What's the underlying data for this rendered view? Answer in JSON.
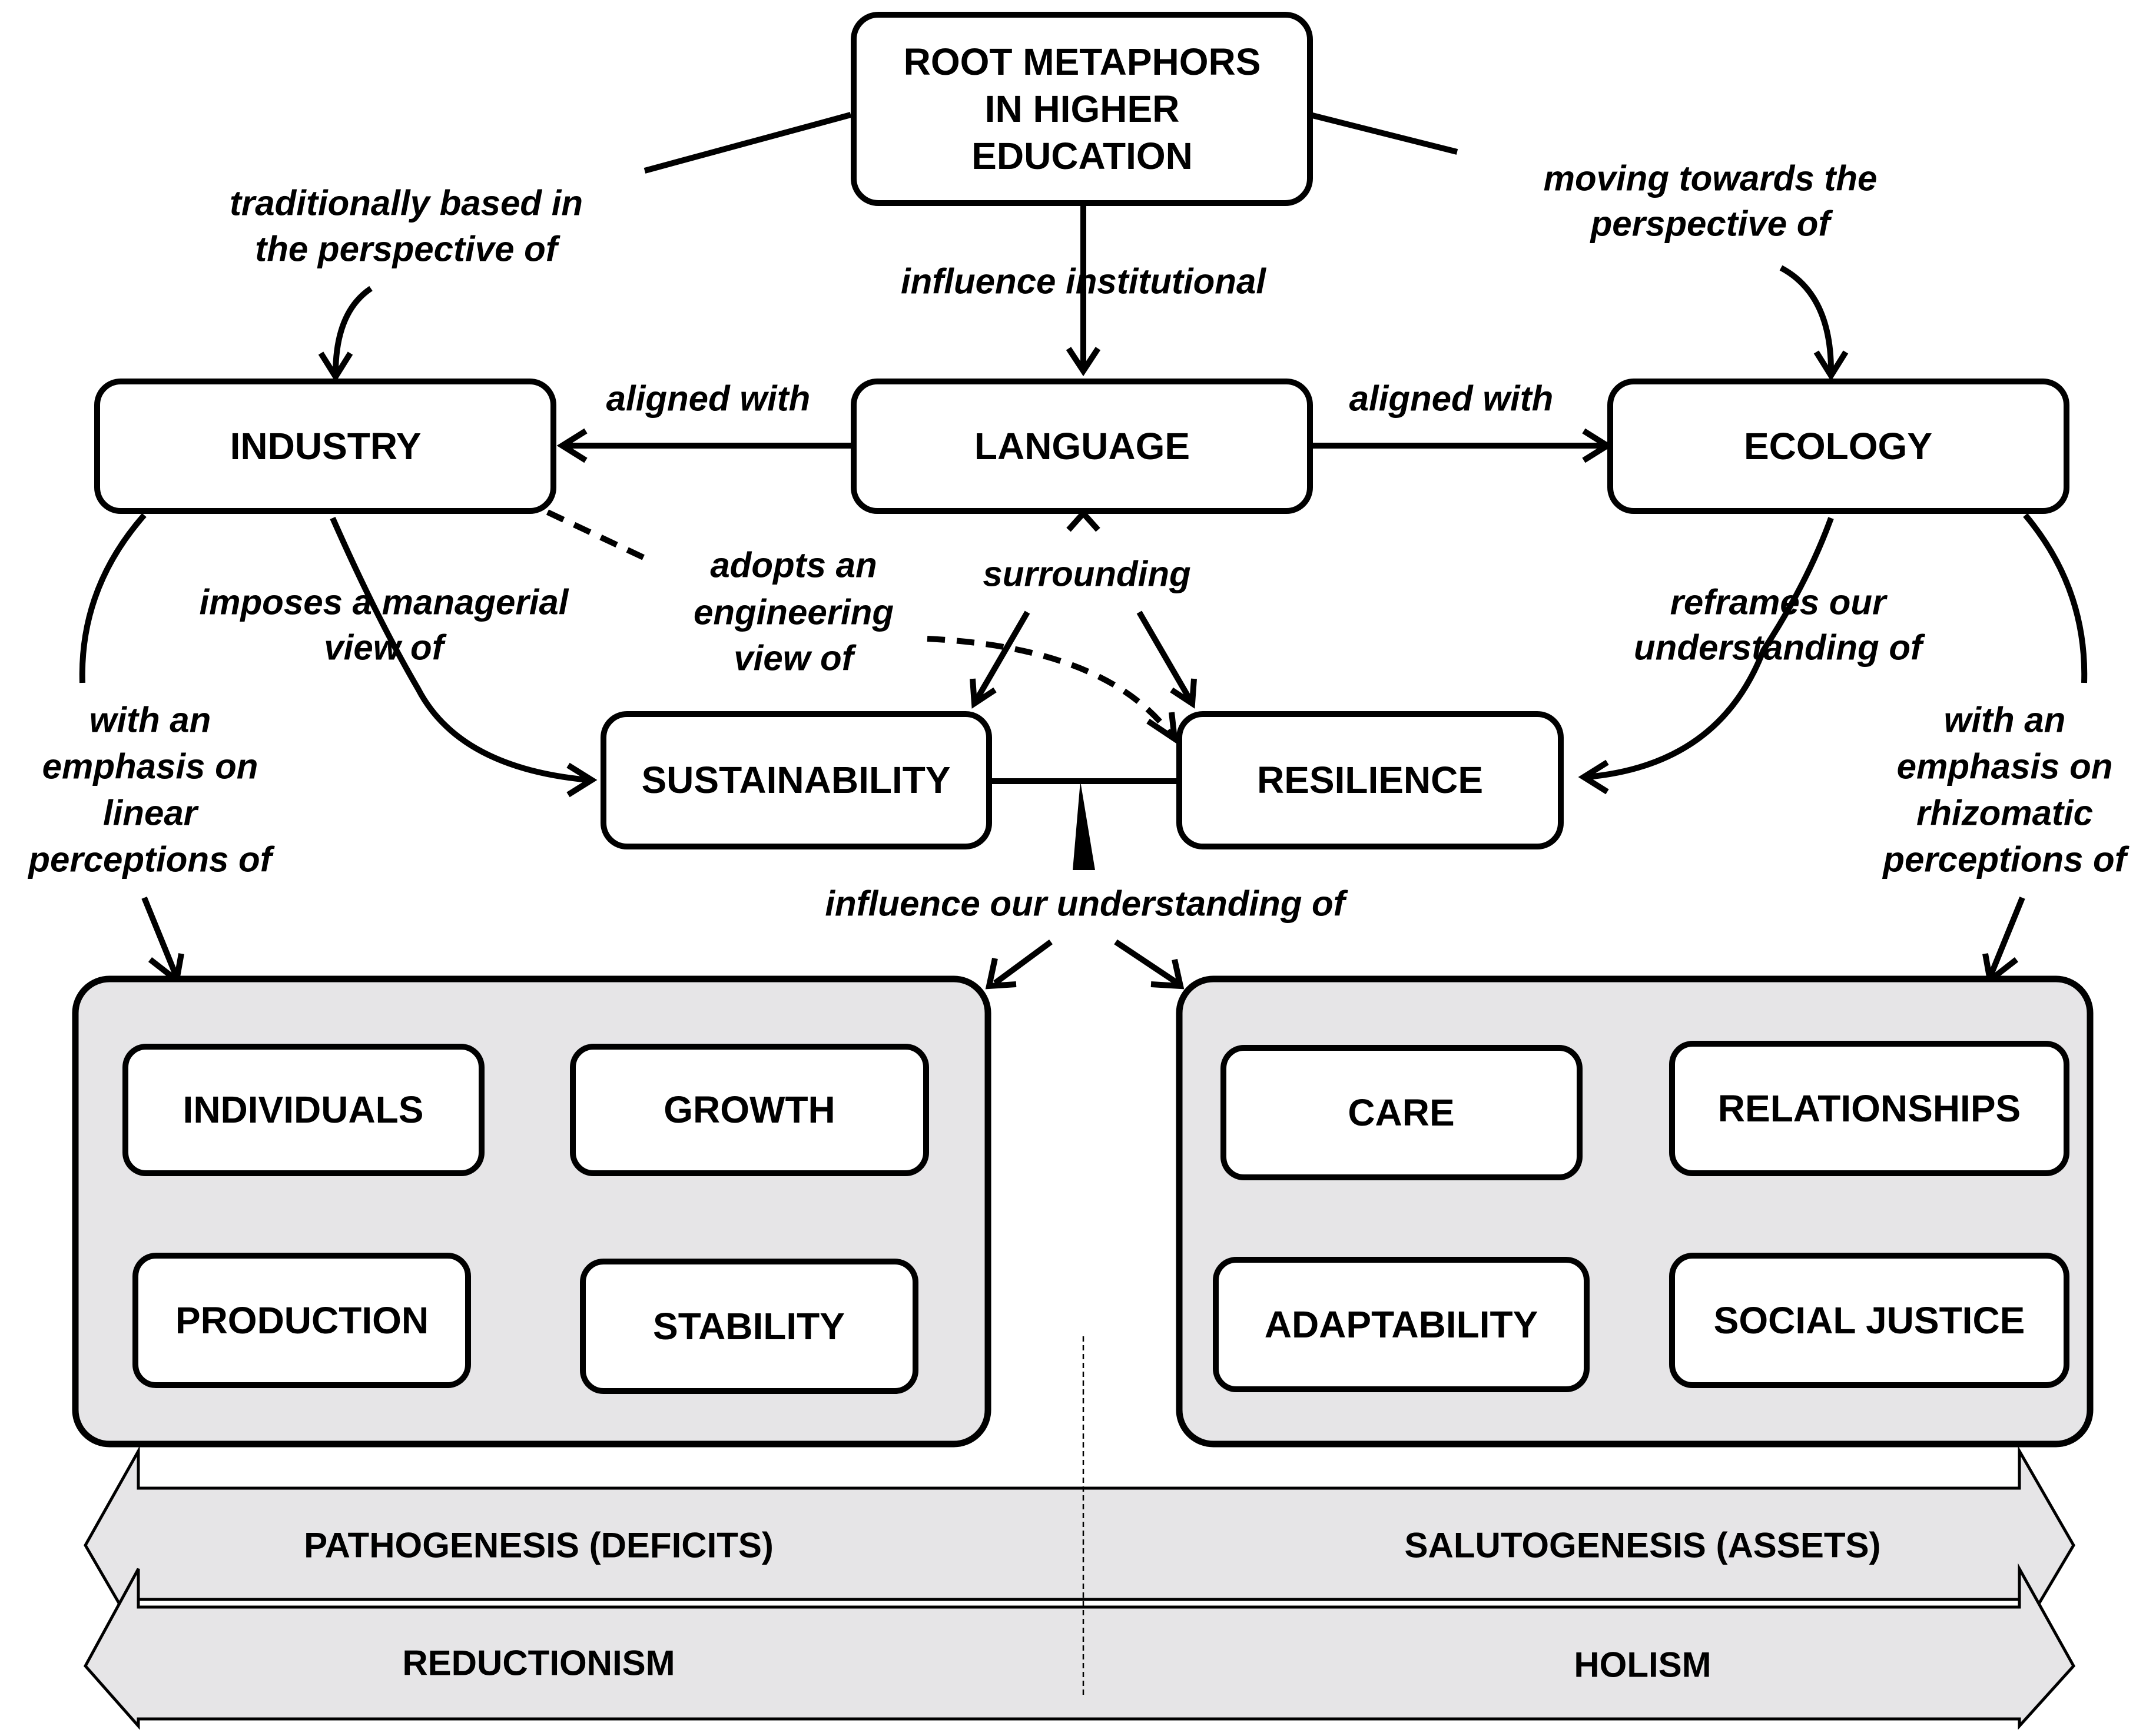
{
  "nodes": {
    "root": [
      "ROOT METAPHORS",
      "IN HIGHER",
      "EDUCATION"
    ],
    "industry": "INDUSTRY",
    "language": "LANGUAGE",
    "ecology": "ECOLOGY",
    "sustainability": "SUSTAINABILITY",
    "resilience": "RESILIENCE",
    "left_group": {
      "individuals": "INDIVIDUALS",
      "growth": "GROWTH",
      "production": "PRODUCTION",
      "stability": "STABILITY"
    },
    "right_group": {
      "care": "CARE",
      "relationships": "RELATIONSHIPS",
      "adaptability": "ADAPTABILITY",
      "social_justice": "SOCIAL JUSTICE"
    }
  },
  "edge_labels": {
    "traditionally": [
      "traditionally based in",
      "the perspective of"
    ],
    "moving": [
      "moving towards the",
      "perspective of"
    ],
    "influence_institutional": "influence institutional",
    "aligned_left": "aligned with",
    "aligned_right": "aligned with",
    "imposes": [
      "imposes a managerial",
      "view of"
    ],
    "adopts": [
      "adopts an",
      "engineering",
      "view of"
    ],
    "surrounding": "surrounding",
    "reframes": [
      "reframes our",
      "understanding of"
    ],
    "emphasis_linear": [
      "with an",
      "emphasis on",
      "linear",
      "perceptions of"
    ],
    "emphasis_rhizomatic": [
      "with an",
      "emphasis on",
      "rhizomatic",
      "perceptions of"
    ],
    "influence_understanding": "influence our understanding of"
  },
  "spectrum": {
    "top_left": "PATHOGENESIS (DEFICITS)",
    "top_right": "SALUTOGENESIS (ASSETS)",
    "bottom_left": "REDUCTIONISM",
    "bottom_right": "HOLISM"
  },
  "colors": {
    "group_fill": "#e6e5e7",
    "stroke": "#000000",
    "box_fill": "#ffffff"
  }
}
